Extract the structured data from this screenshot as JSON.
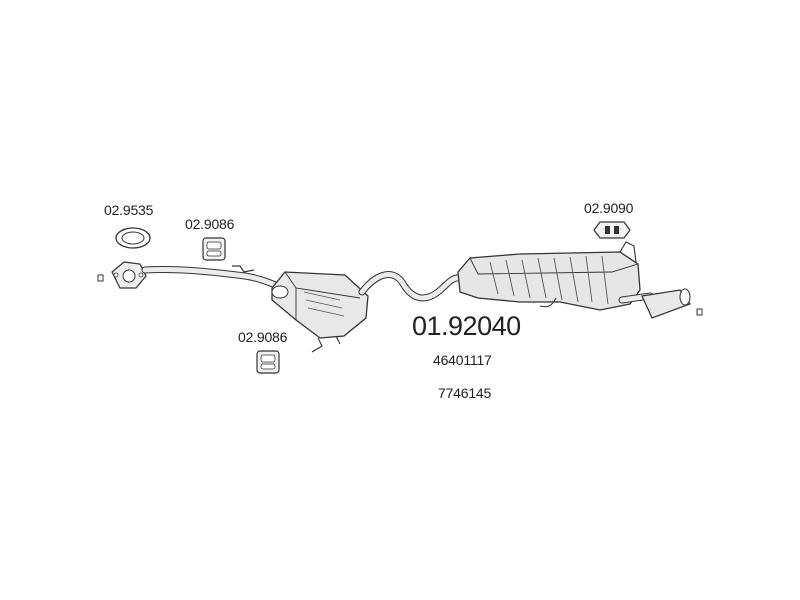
{
  "diagram": {
    "main_part_number": "01.92040",
    "oe_numbers": [
      "46401117",
      "7746145"
    ],
    "accessories": [
      {
        "id": "gasket-ring",
        "part_number": "02.9535",
        "icon": "gasket-ring-icon"
      },
      {
        "id": "rubber-hanger-front",
        "part_number": "02.9086",
        "icon": "rubber-hanger-icon"
      },
      {
        "id": "rubber-hanger-middle",
        "part_number": "02.9086",
        "icon": "rubber-hanger-icon"
      },
      {
        "id": "rubber-hanger-rear",
        "part_number": "02.9090",
        "icon": "rubber-hanger-rear-icon"
      }
    ],
    "colors": {
      "line": "#333333",
      "fill": "#e6e6e6",
      "text": "#222222"
    }
  }
}
